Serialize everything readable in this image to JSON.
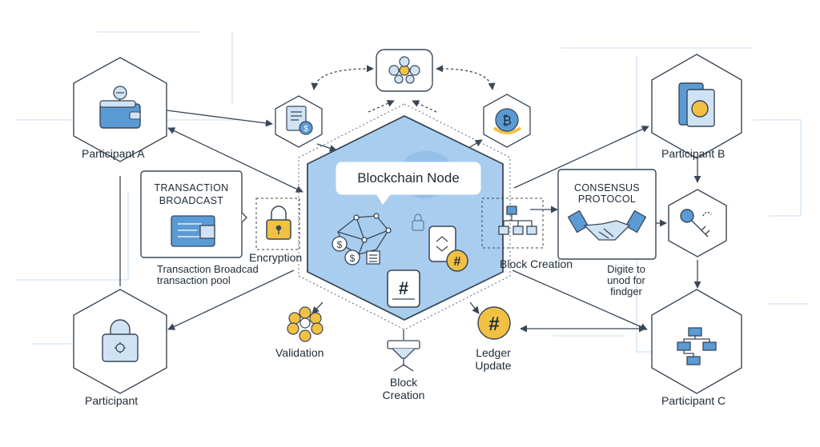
{
  "colors": {
    "stroke": "#3a4756",
    "accent_blue": "#5b9bd5",
    "light_blue": "#cfe3f5",
    "node_fill": "#a9cdee",
    "gold": "#f2c043",
    "grid": "#dbe9f5"
  },
  "central_node": {
    "title": "Blockchain Node"
  },
  "participants": {
    "a": "Participant A",
    "b": "Participant B",
    "c": "Participant C",
    "d": "Participant"
  },
  "transaction_box": {
    "title_line1": "TRANSACTION",
    "title_line2": "BROADCAST",
    "sub_line1": "Transaction Broadcad",
    "sub_line2": "transaction pool"
  },
  "consensus_box": {
    "title_line1": "CONSENSUS",
    "title_line2": "PROTOCOL",
    "sub_line1": "Digite to",
    "sub_line2": "unod for",
    "sub_line3": "findger"
  },
  "labels": {
    "encryption": "Encryption",
    "block_creation_right": "Block Creation",
    "validation": "Validation",
    "block_creation_bottom_1": "Block",
    "block_creation_bottom_2": "Creation",
    "ledger_update_1": "Ledger",
    "ledger_update_2": "Update"
  },
  "glyphs": {
    "dollar": "$",
    "bitcoin": "₿",
    "hash": "#"
  }
}
